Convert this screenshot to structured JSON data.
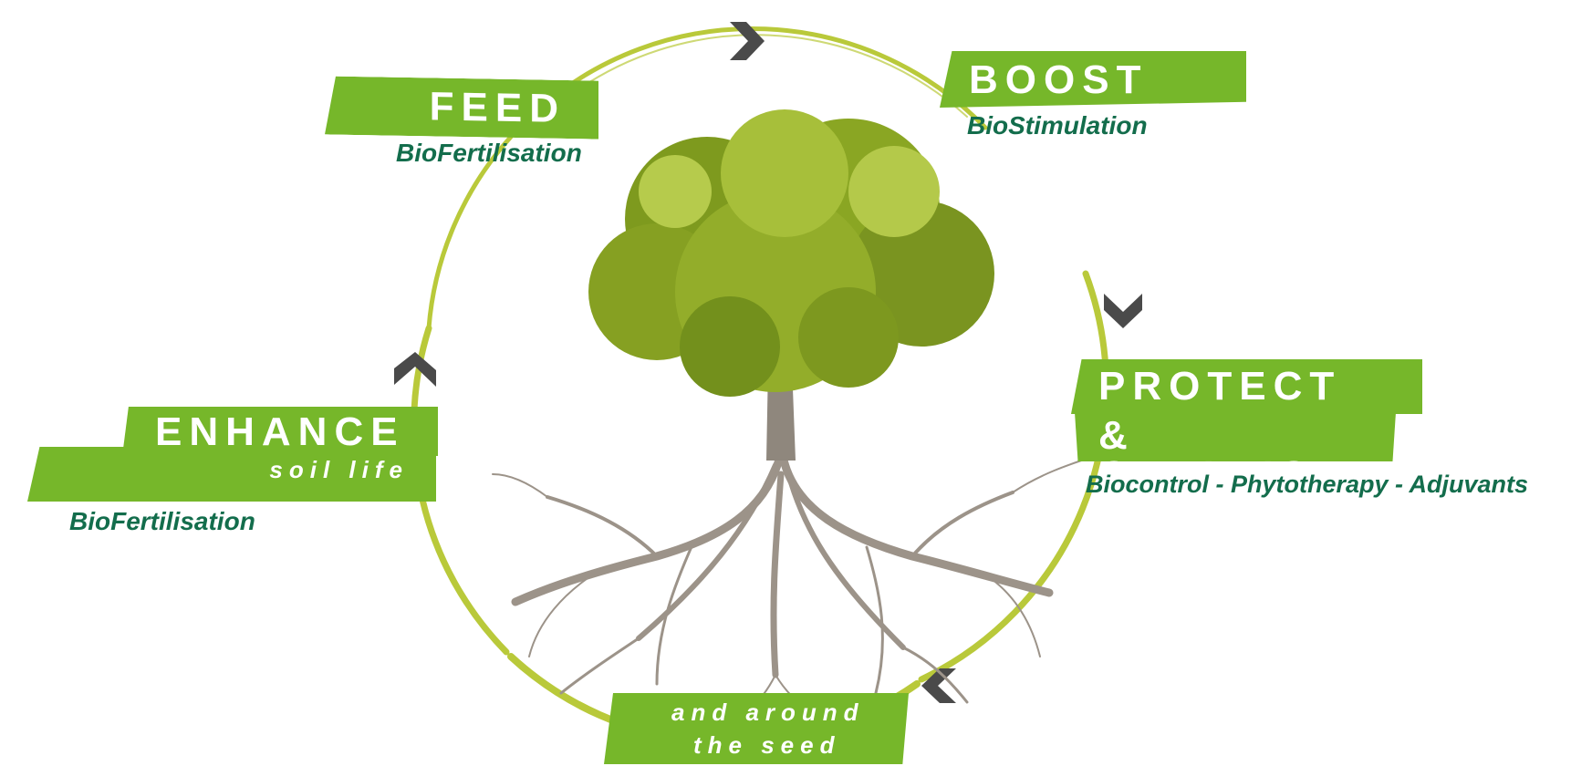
{
  "stages": {
    "feed": {
      "title": "FEED",
      "subtitle": "BioFertilisation"
    },
    "boost": {
      "title": "BOOST",
      "subtitle": "BioStimulation"
    },
    "protect": {
      "title_line1": "PROTECT",
      "title_line2": "& OPTIMISE",
      "subtitle": "Biocontrol - Phytotherapy - Adjuvants"
    },
    "enhance": {
      "title": "ENHANCE",
      "tagline": "soil life",
      "subtitle": "BioFertilisation"
    },
    "seed": {
      "line1": "and around",
      "line2": "the seed"
    }
  },
  "colors": {
    "banner": "#76b72a",
    "ring": "#b9c93a",
    "text": "#136d4c",
    "arrow": "#4a4a4a"
  },
  "icons": [
    "chevron-arrow-icon",
    "tree-with-roots-illustration"
  ]
}
